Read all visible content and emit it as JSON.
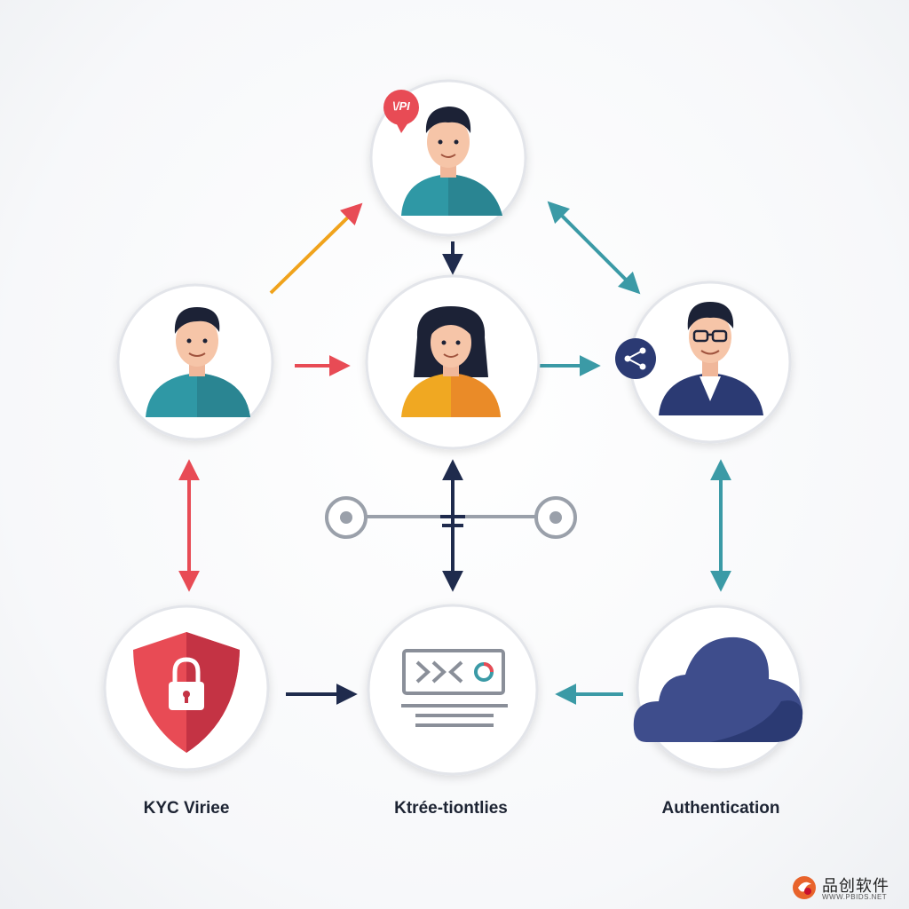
{
  "nodes": {
    "top_user": {
      "badge": "\\/PI"
    },
    "left_user": {},
    "center_user": {},
    "right_user": {},
    "kyc": {
      "label": "KYC Viriee"
    },
    "identities": {
      "label": "Ktrée-tiontlies"
    },
    "authentication": {
      "label": "Authentication"
    }
  },
  "watermark": {
    "brand": "品创软件",
    "url": "WWW.PBIDS.NET"
  },
  "colors": {
    "red": "#e84b55",
    "orange": "#f0a31c",
    "teal": "#3b9aa6",
    "navy": "#1f2b4d",
    "shirt_teal": "#2f98a5",
    "shirt_yellow": "#f0a822",
    "shirt_navy": "#2b3a73",
    "cloud": "#3e4d8c"
  },
  "icons": [
    "speech-bubble-icon",
    "share-icon",
    "shield-lock-icon",
    "server-terminal-icon",
    "cloud-icon",
    "slider-node-icon"
  ]
}
